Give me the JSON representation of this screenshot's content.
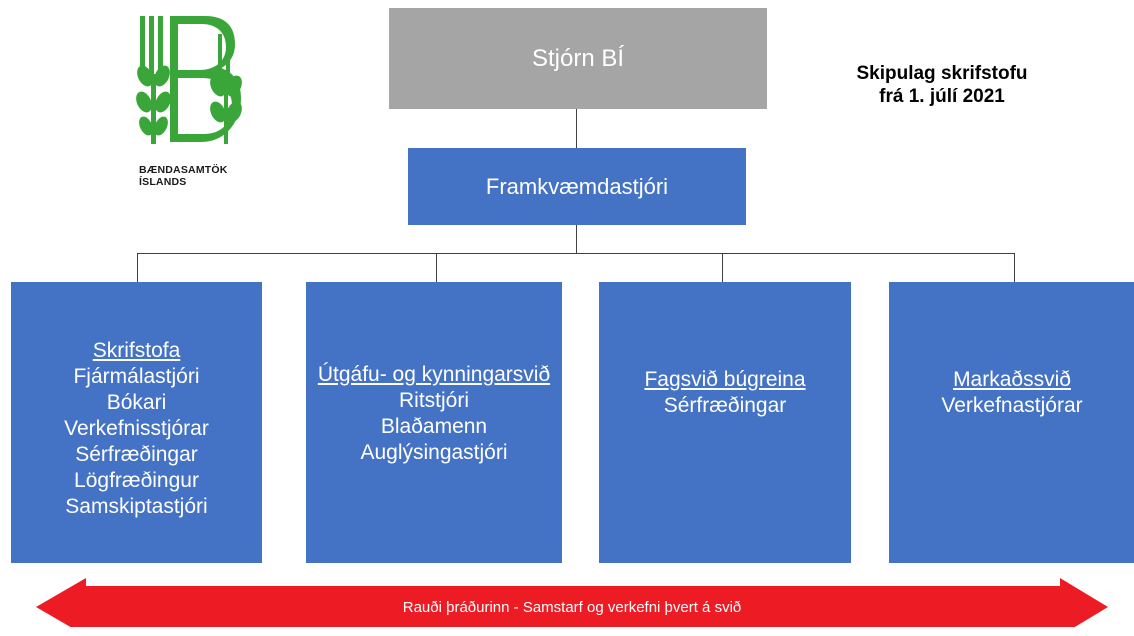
{
  "logo": {
    "line1": "BÆNDASAMTÖK",
    "line2": "ÍSLANDS",
    "color": "#3aa63a"
  },
  "title": {
    "line1": "Skipulag skrifstofu",
    "line2": "frá 1. júlí 2021"
  },
  "board": {
    "label": "Stjórn BÍ",
    "color": "#a5a5a5"
  },
  "ceo": {
    "label": "Framkvæmdastjóri",
    "color": "#4472c4"
  },
  "divisions": [
    {
      "head": "Skrifstofa",
      "roles": [
        "Fjármálastjóri",
        "Bókari",
        "Verkefnisstjórar",
        "Sérfræðingar",
        "Lögfræðingur",
        "Samskiptastjóri"
      ]
    },
    {
      "head": "Útgáfu- og kynningarsvið",
      "roles": [
        "Ritstjóri",
        "Blaðamenn",
        "Auglýsingastjóri"
      ]
    },
    {
      "head": "Fagsvið búgreina",
      "roles": [
        "Sérfræðingar"
      ]
    },
    {
      "head": "Markaðssvið",
      "roles": [
        "Verkefnastjórar"
      ]
    }
  ],
  "arrow": {
    "label": "Rauði þráðurinn - Samstarf og verkefni þvert á svið",
    "color": "#ed1c24"
  }
}
